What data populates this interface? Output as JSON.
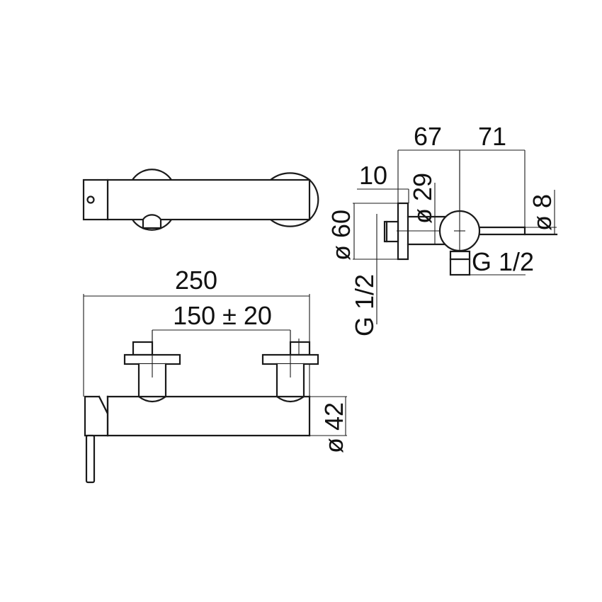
{
  "drawing": {
    "title": "Wall-mounted mixer technical drawing",
    "line_color": "#1a1a1a",
    "background": "#ffffff"
  },
  "views": {
    "top_view": {
      "label": "top view"
    },
    "front_view": {
      "label": "front view",
      "dimensions": {
        "overall_width": "250",
        "centers": "150 ± 20",
        "body_diameter": "ø 42"
      }
    },
    "side_view": {
      "label": "side view",
      "dimensions": {
        "depth_left": "67",
        "depth_right": "71",
        "flange_thickness": "10",
        "arm_diameter": "ø 29",
        "flange_diameter": "ø 60",
        "inlet_thread": "G 1/2",
        "outlet_thread": "G 1/2",
        "lever_diameter": "ø 8"
      }
    }
  }
}
